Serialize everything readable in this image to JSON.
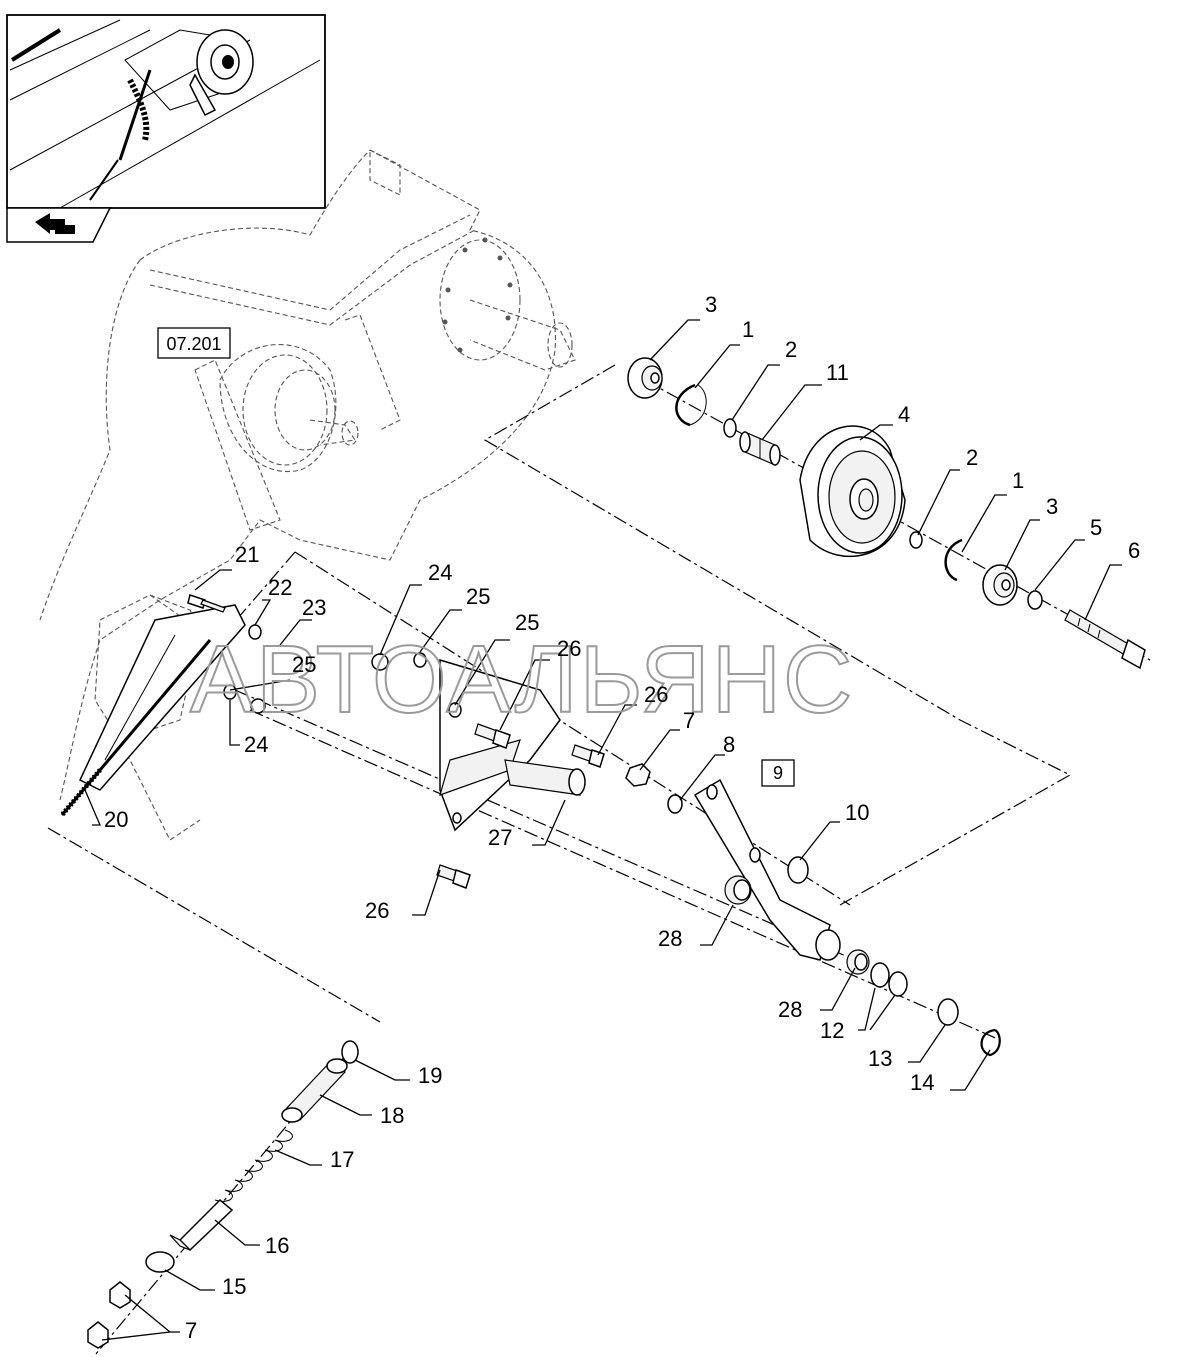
{
  "reference_labels": {
    "section_ref": "07.201",
    "boxed_part": "9"
  },
  "watermark": "АВТОАЛЬЯНС",
  "callouts": [
    {
      "id": "c3a",
      "label": "3"
    },
    {
      "id": "c1a",
      "label": "1"
    },
    {
      "id": "c2a",
      "label": "2"
    },
    {
      "id": "c11",
      "label": "11"
    },
    {
      "id": "c4",
      "label": "4"
    },
    {
      "id": "c2b",
      "label": "2"
    },
    {
      "id": "c1b",
      "label": "1"
    },
    {
      "id": "c3b",
      "label": "3"
    },
    {
      "id": "c5",
      "label": "5"
    },
    {
      "id": "c6",
      "label": "6"
    },
    {
      "id": "c21",
      "label": "21"
    },
    {
      "id": "c22",
      "label": "22"
    },
    {
      "id": "c23",
      "label": "23"
    },
    {
      "id": "c24a",
      "label": "24"
    },
    {
      "id": "c25a",
      "label": "25"
    },
    {
      "id": "c25b",
      "label": "25"
    },
    {
      "id": "c25c",
      "label": "25"
    },
    {
      "id": "c26a",
      "label": "26"
    },
    {
      "id": "c26b",
      "label": "26"
    },
    {
      "id": "c24b",
      "label": "24"
    },
    {
      "id": "c7a",
      "label": "7"
    },
    {
      "id": "c8",
      "label": "8"
    },
    {
      "id": "c10",
      "label": "10"
    },
    {
      "id": "c20",
      "label": "20"
    },
    {
      "id": "c27",
      "label": "27"
    },
    {
      "id": "c26c",
      "label": "26"
    },
    {
      "id": "c28a",
      "label": "28"
    },
    {
      "id": "c28b",
      "label": "28"
    },
    {
      "id": "c12",
      "label": "12"
    },
    {
      "id": "c13",
      "label": "13"
    },
    {
      "id": "c14",
      "label": "14"
    },
    {
      "id": "c19",
      "label": "19"
    },
    {
      "id": "c18",
      "label": "18"
    },
    {
      "id": "c17",
      "label": "17"
    },
    {
      "id": "c16",
      "label": "16"
    },
    {
      "id": "c15",
      "label": "15"
    },
    {
      "id": "c7b",
      "label": "7"
    }
  ]
}
